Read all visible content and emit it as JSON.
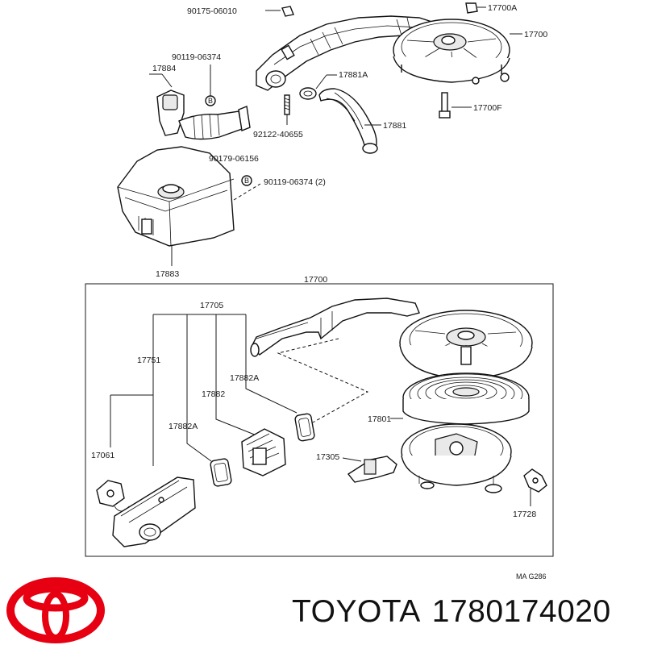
{
  "labels": {
    "p90175_06010": "90175-06010",
    "p17700A": "17700A",
    "p17700_top": "17700",
    "p90119_06374_top": "90119-06374",
    "p17884": "17884",
    "p17881A": "17881A",
    "p17700F": "17700F",
    "p92122_40655": "92122-40655",
    "p17881": "17881",
    "p90179_06156": "90179-06156",
    "p90119_06374_2": "90119-06374 (2)",
    "p17883": "17883",
    "p17700_box": "17700",
    "p17705": "17705",
    "p17751": "17751",
    "p17882A_top": "17882A",
    "p17882": "17882",
    "p17801": "17801",
    "p17882A_bottom": "17882A",
    "p17061": "17061",
    "p17305": "17305",
    "p17728": "17728",
    "code": "MA G286",
    "bolt_marker": "B"
  },
  "footer": {
    "brand": "TOYOTA",
    "part_number": "1780174020",
    "logo_color": "#e60012"
  }
}
